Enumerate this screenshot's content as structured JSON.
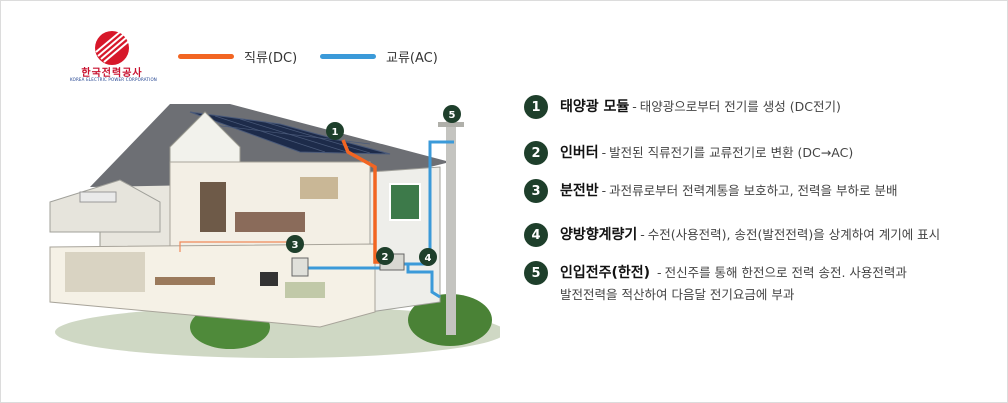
{
  "logo": {
    "name": "한국전력공사",
    "sub": "KOREA ELECTRIC POWER CORPORATION"
  },
  "legend": {
    "dc_label": "직류(DC)",
    "ac_label": "교류(AC)",
    "dc_color": "#f26522",
    "ac_color": "#3b9ad9"
  },
  "diagram": {
    "markers": [
      "1",
      "2",
      "3",
      "4",
      "5"
    ]
  },
  "items": [
    {
      "num": "1",
      "title": "태양광 모듈",
      "sep": "-",
      "desc": "태양광으로부터 전기를 생성 (DC전기)"
    },
    {
      "num": "2",
      "title": "인버터",
      "sep": "-",
      "desc": "발전된 직류전기를 교류전기로 변환 (DC→AC)"
    },
    {
      "num": "3",
      "title": "분전반",
      "sep": "-",
      "desc": "과전류로부터 전력계통을 보호하고, 전력을 부하로 분배"
    },
    {
      "num": "4",
      "title": "양방향계량기",
      "sep": "-",
      "desc": "수전(사용전력), 송전(발전전력)을 상계하여 계기에 표시"
    },
    {
      "num": "5",
      "title": "인입전주(한전)",
      "sep": " -",
      "desc": "전신주를 통해 한전으로 전력 송전. 사용전력과",
      "desc2": "발전전력을 적산하여 다음달 전기요금에 부과"
    }
  ]
}
